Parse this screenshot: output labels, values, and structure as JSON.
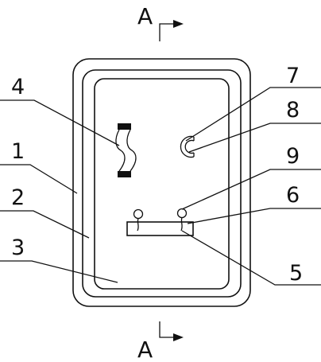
{
  "section_marker": {
    "letter": "A"
  },
  "callouts": [
    {
      "id": "1",
      "label": "1"
    },
    {
      "id": "2",
      "label": "2"
    },
    {
      "id": "3",
      "label": "3"
    },
    {
      "id": "4",
      "label": "4"
    },
    {
      "id": "5",
      "label": "5"
    },
    {
      "id": "6",
      "label": "6"
    },
    {
      "id": "7",
      "label": "7"
    },
    {
      "id": "8",
      "label": "8"
    },
    {
      "id": "9",
      "label": "9"
    }
  ]
}
